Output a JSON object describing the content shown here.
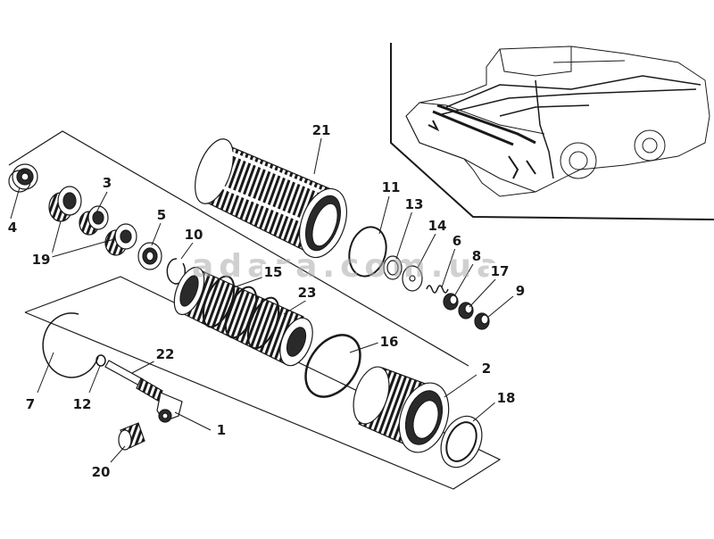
{
  "diagram": {
    "watermark": "adara.com.ua",
    "colors": {
      "line": "#1a1a1a",
      "fill": "#ffffff",
      "shade": "#2a2a2a",
      "watermark": "#aaaaaa"
    },
    "callouts": {
      "n1": "1",
      "n2": "2",
      "n3": "3",
      "n4": "4",
      "n5": "5",
      "n6": "6",
      "n7": "7",
      "n8": "8",
      "n9": "9",
      "n10": "10",
      "n11": "11",
      "n12": "12",
      "n13": "13",
      "n14": "14",
      "n15": "15",
      "n16": "16",
      "n17": "17",
      "n18": "18",
      "n19": "19",
      "n20": "20",
      "n21": "21",
      "n22": "22",
      "n23": "23"
    }
  }
}
